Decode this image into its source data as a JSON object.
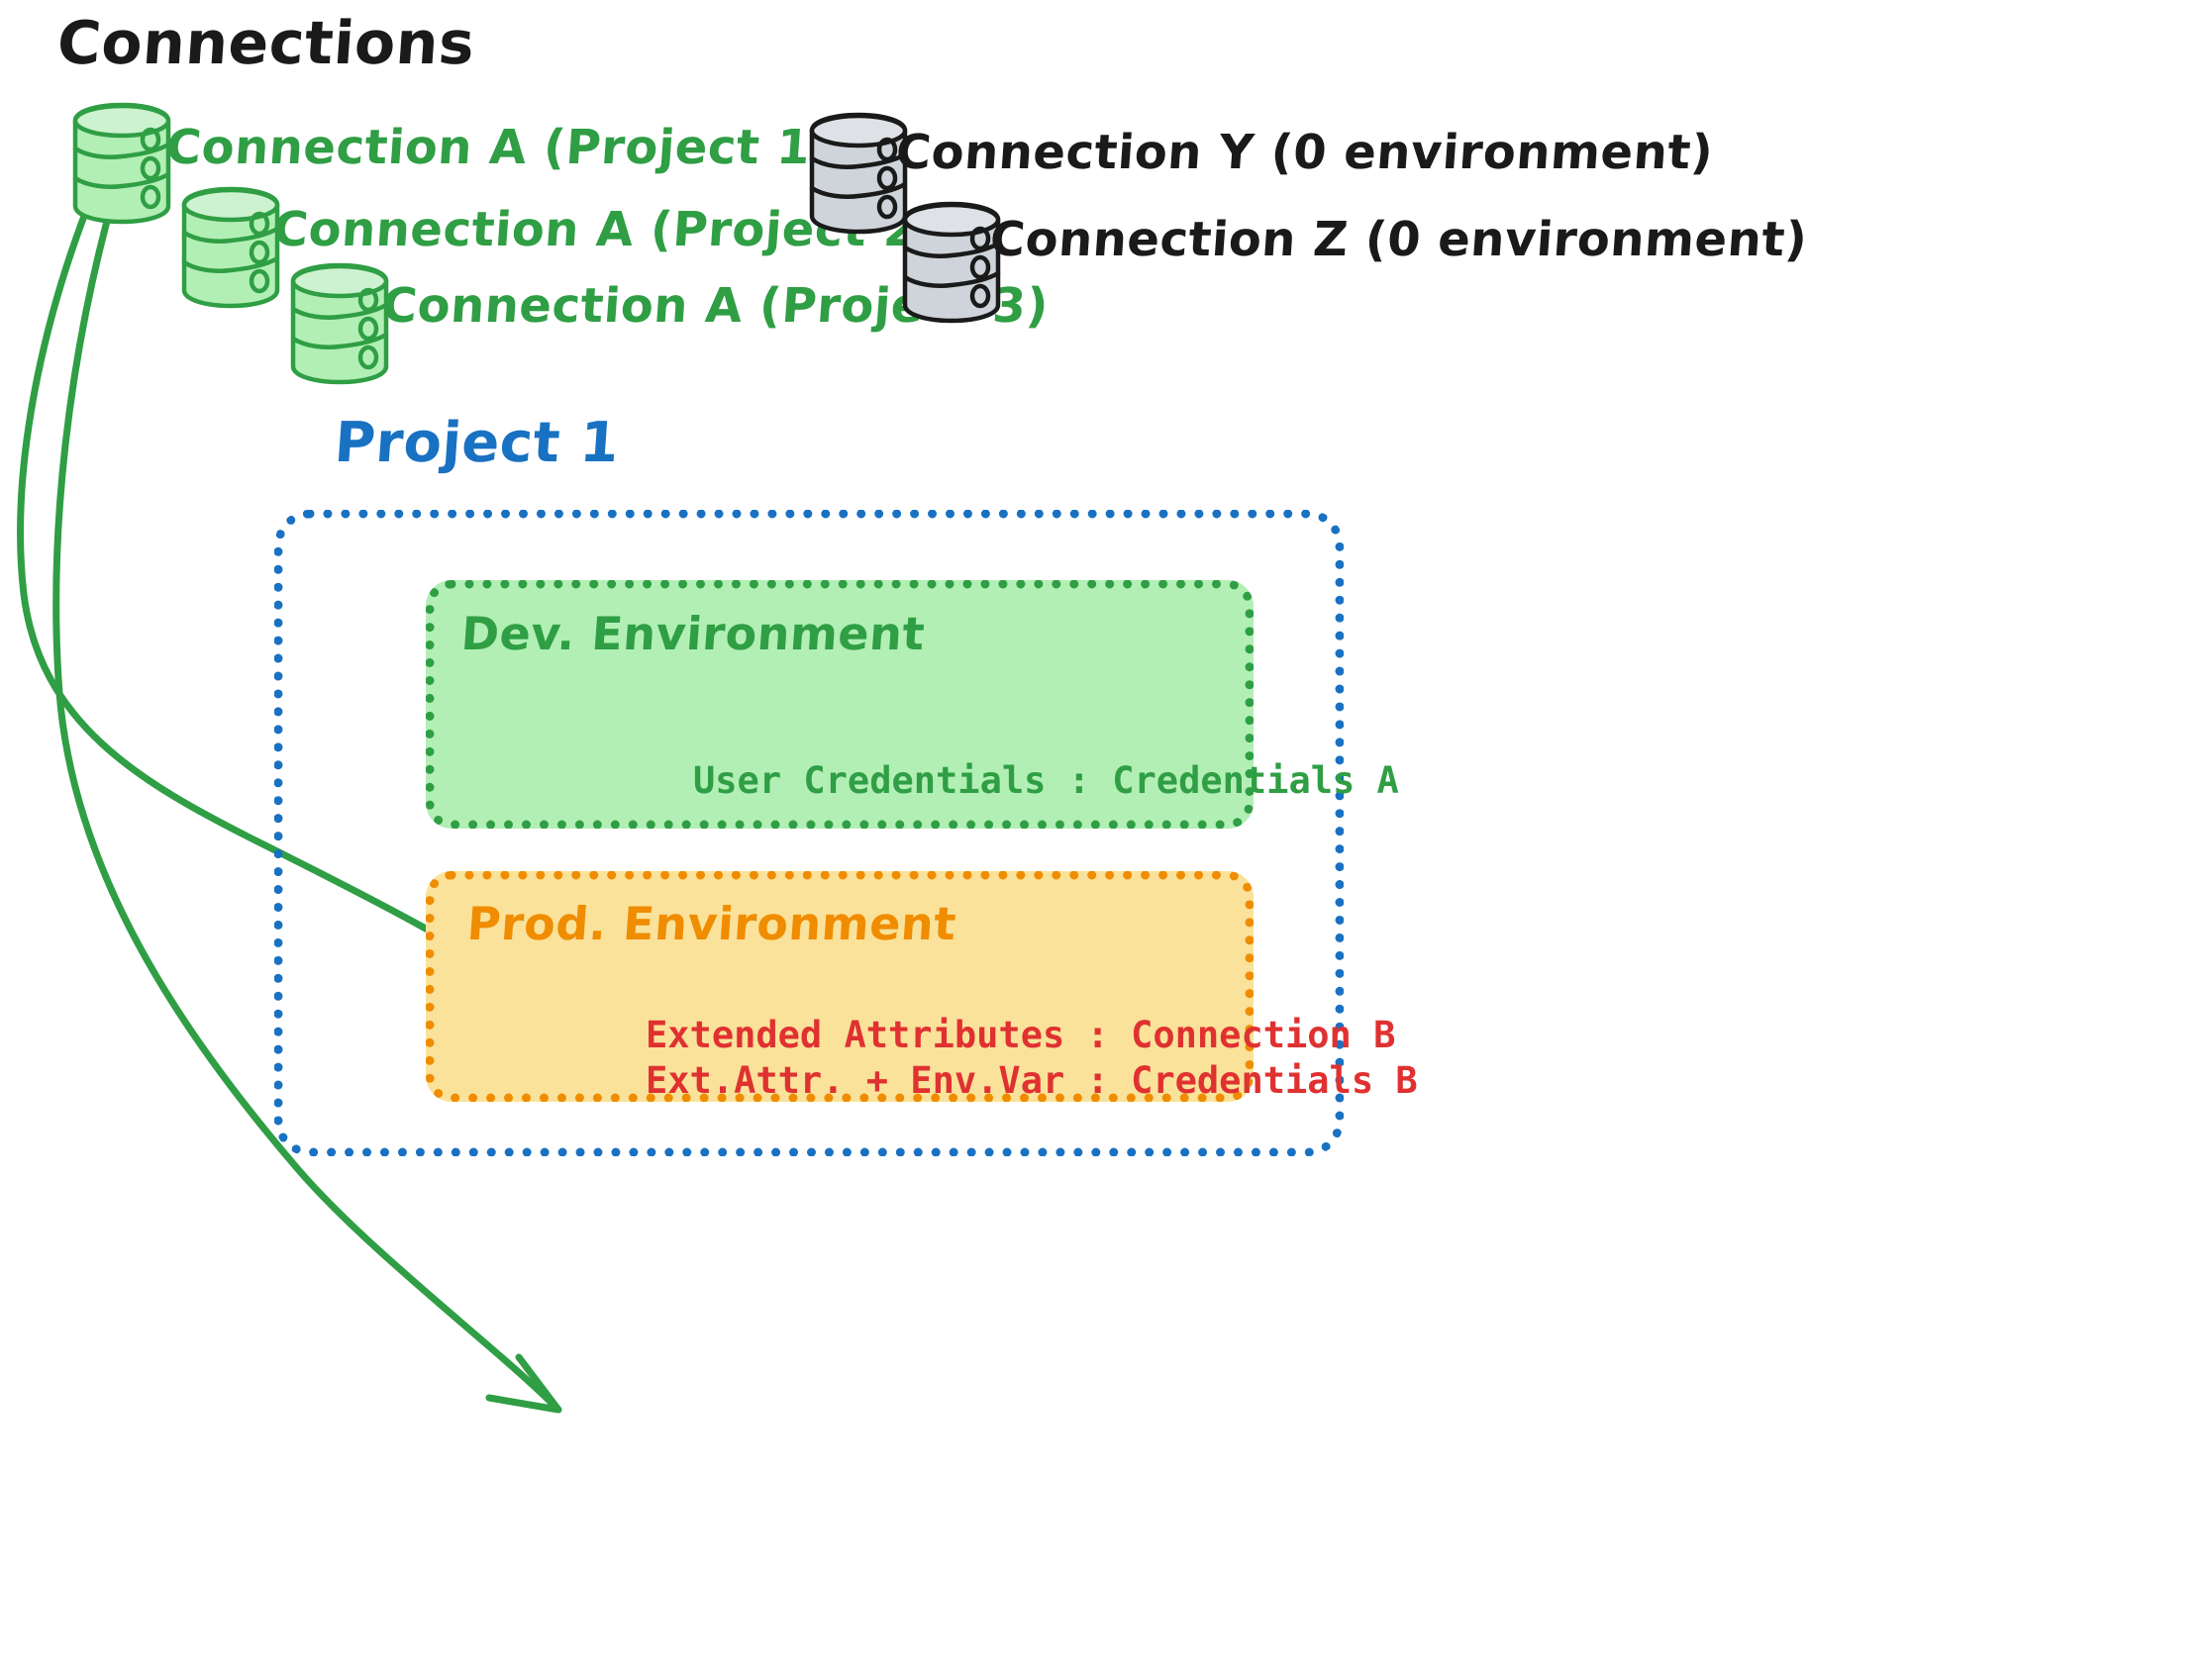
{
  "diagram": {
    "title": "Connections",
    "colors": {
      "green_stroke": "#2f9e44",
      "green_fill": "#b2efb5",
      "gray_fill": "#ced4da",
      "gray_stroke": "#1a1a1a",
      "blue": "#1971c2",
      "orange_stroke": "#f08c00",
      "orange_fill": "#fae29a",
      "red": "#e03131",
      "black": "#1a1a1a"
    },
    "connections_green": [
      {
        "label": "Connection A (Project 1)"
      },
      {
        "label": "Connection A (Project 2)"
      },
      {
        "label": "Connection A (Project 3)"
      }
    ],
    "connections_gray": [
      {
        "label": "Connection Y (0 environment)"
      },
      {
        "label": "Connection Z (0 environment)"
      }
    ],
    "project": {
      "title": "Project 1",
      "environments": [
        {
          "name": "Dev. Environment",
          "lines": [
            "User Credentials : Credentials A"
          ]
        },
        {
          "name": "Prod. Environment",
          "lines": [
            "Extended Attributes : Connection B",
            "Ext.Attr. + Env.Var : Credentials B"
          ]
        }
      ]
    }
  }
}
